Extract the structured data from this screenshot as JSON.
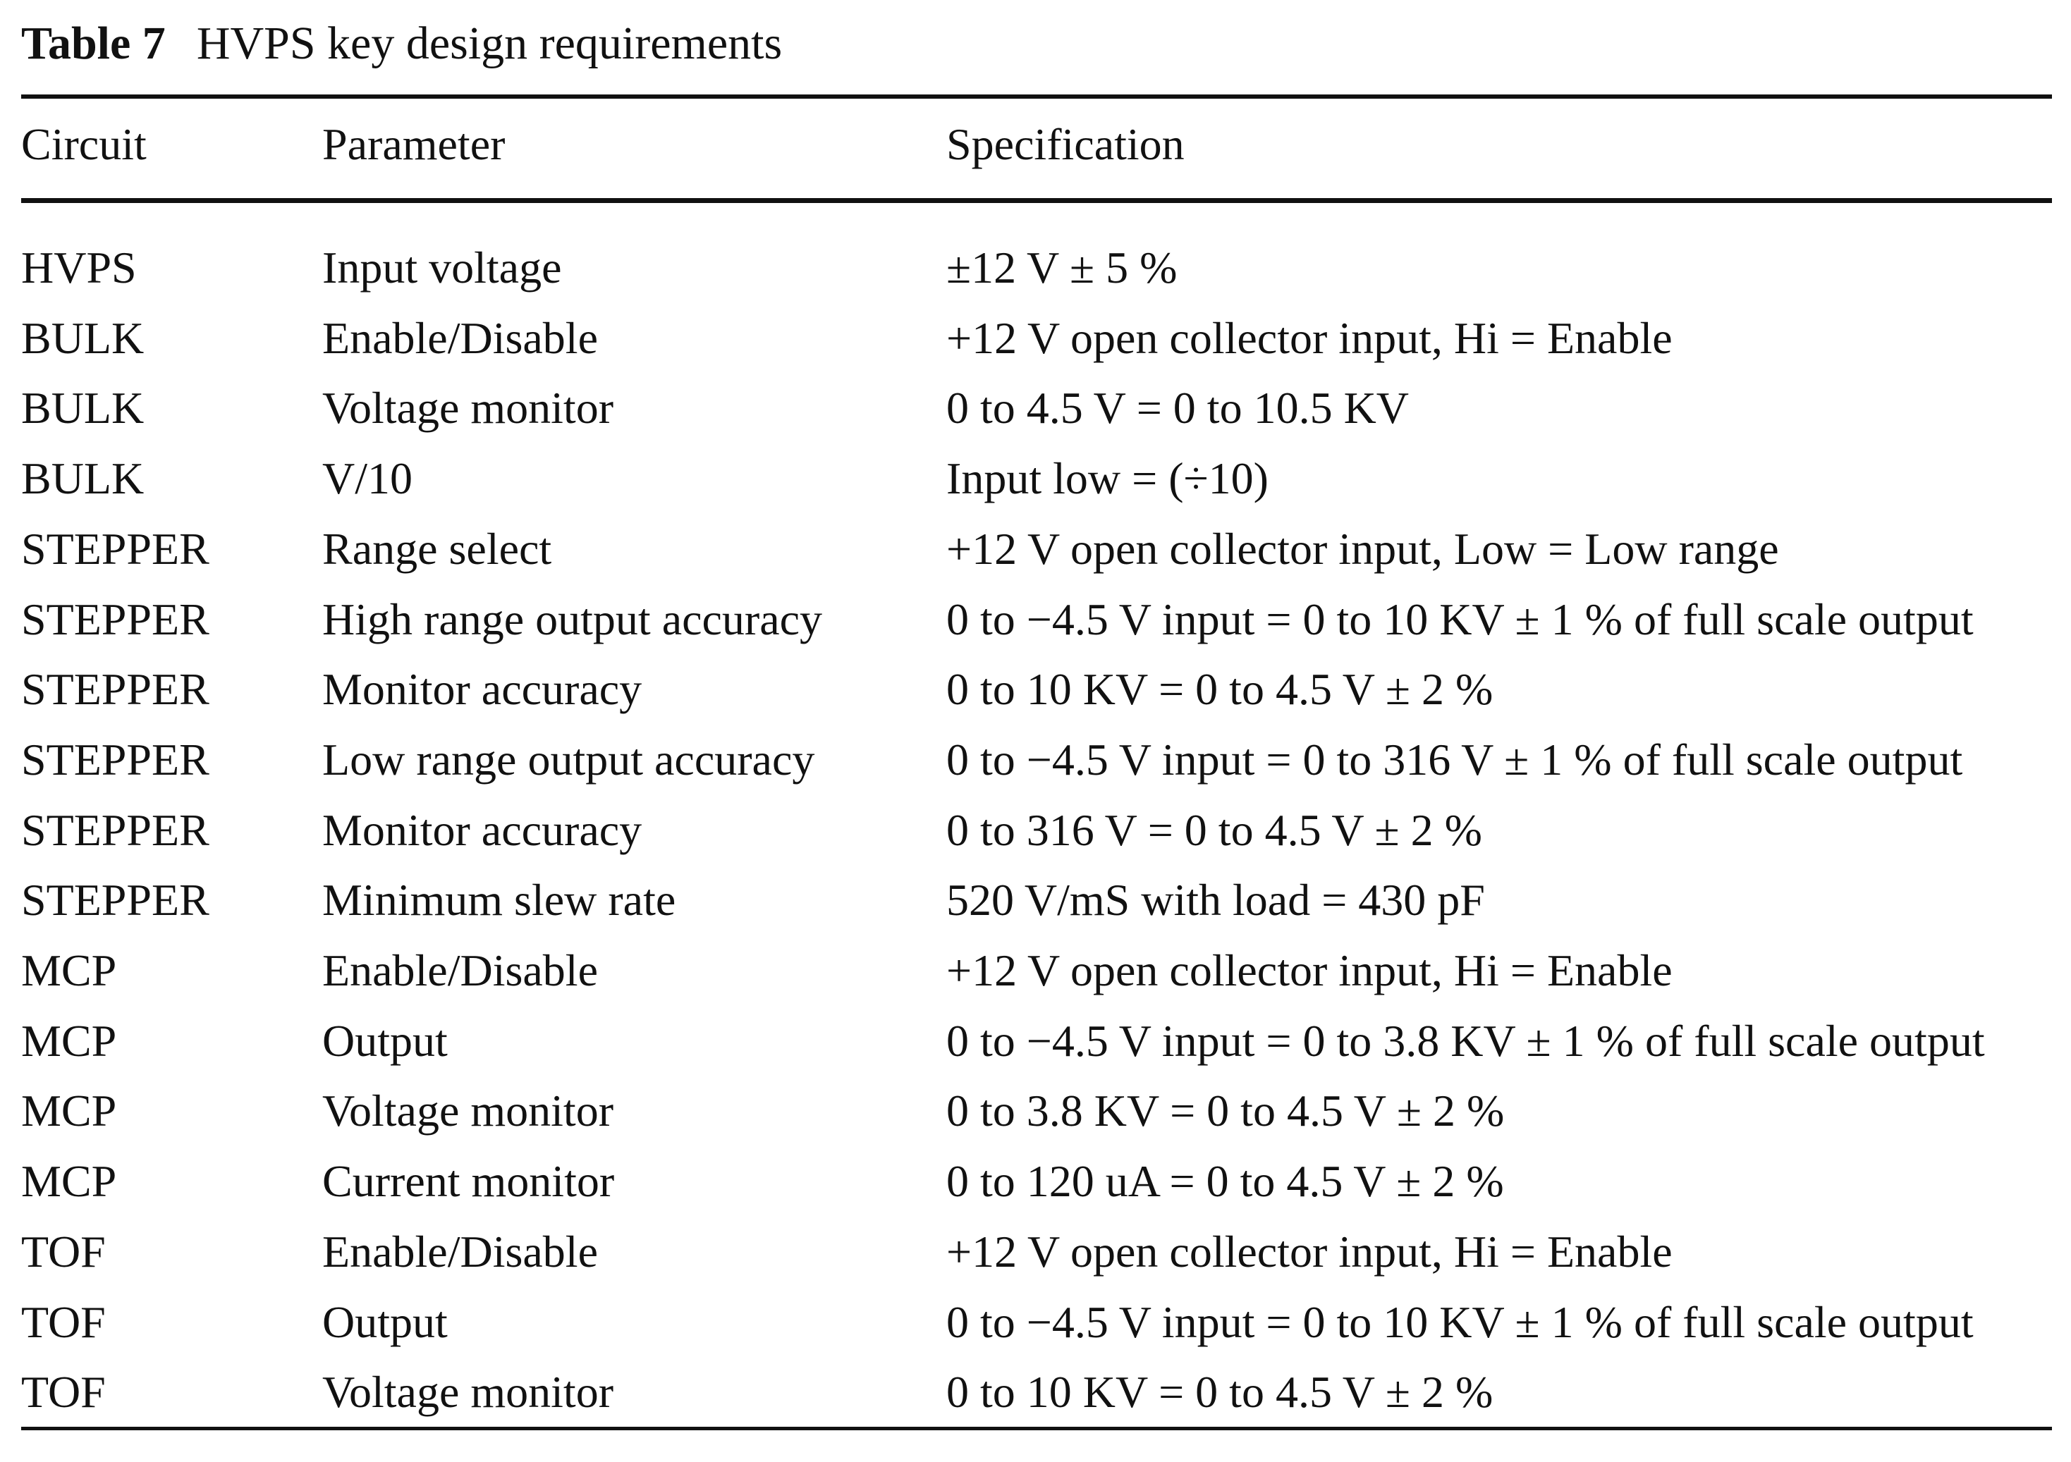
{
  "table": {
    "caption_label": "Table 7",
    "caption_text": "HVPS key design requirements",
    "columns": [
      "Circuit",
      "Parameter",
      "Specification"
    ],
    "rows": [
      [
        "HVPS",
        "Input voltage",
        "±12 V ± 5 %"
      ],
      [
        "BULK",
        "Enable/Disable",
        "+12 V open collector input, Hi = Enable"
      ],
      [
        "BULK",
        "Voltage monitor",
        "0 to 4.5 V = 0 to 10.5 KV"
      ],
      [
        "BULK",
        "V/10",
        "Input low = (÷10)"
      ],
      [
        "STEPPER",
        "Range select",
        "+12 V open collector input, Low = Low range"
      ],
      [
        "STEPPER",
        "High range output accuracy",
        "0 to −4.5 V input = 0 to 10 KV ± 1 % of full scale output"
      ],
      [
        "STEPPER",
        "Monitor accuracy",
        "0 to 10 KV = 0 to 4.5 V ± 2 %"
      ],
      [
        "STEPPER",
        "Low range output accuracy",
        "0 to −4.5 V input = 0 to 316 V ± 1 % of full scale output"
      ],
      [
        "STEPPER",
        "Monitor accuracy",
        "0 to 316 V = 0 to 4.5 V ± 2 %"
      ],
      [
        "STEPPER",
        "Minimum slew rate",
        "520 V/mS with load = 430 pF"
      ],
      [
        "MCP",
        "Enable/Disable",
        "+12 V open collector input, Hi = Enable"
      ],
      [
        "MCP",
        "Output",
        "0 to −4.5 V input = 0 to 3.8 KV ± 1 % of full scale output"
      ],
      [
        "MCP",
        "Voltage monitor",
        "0 to 3.8 KV = 0 to 4.5 V ± 2 %"
      ],
      [
        "MCP",
        "Current monitor",
        "0 to 120 uA = 0 to 4.5 V ± 2 %"
      ],
      [
        "TOF",
        "Enable/Disable",
        "+12 V open collector input, Hi = Enable"
      ],
      [
        "TOF",
        "Output",
        "0 to −4.5 V input = 0 to 10 KV ± 1 % of full scale output"
      ],
      [
        "TOF",
        "Voltage monitor",
        "0 to 10 KV = 0 to 4.5 V ± 2 %"
      ]
    ]
  }
}
